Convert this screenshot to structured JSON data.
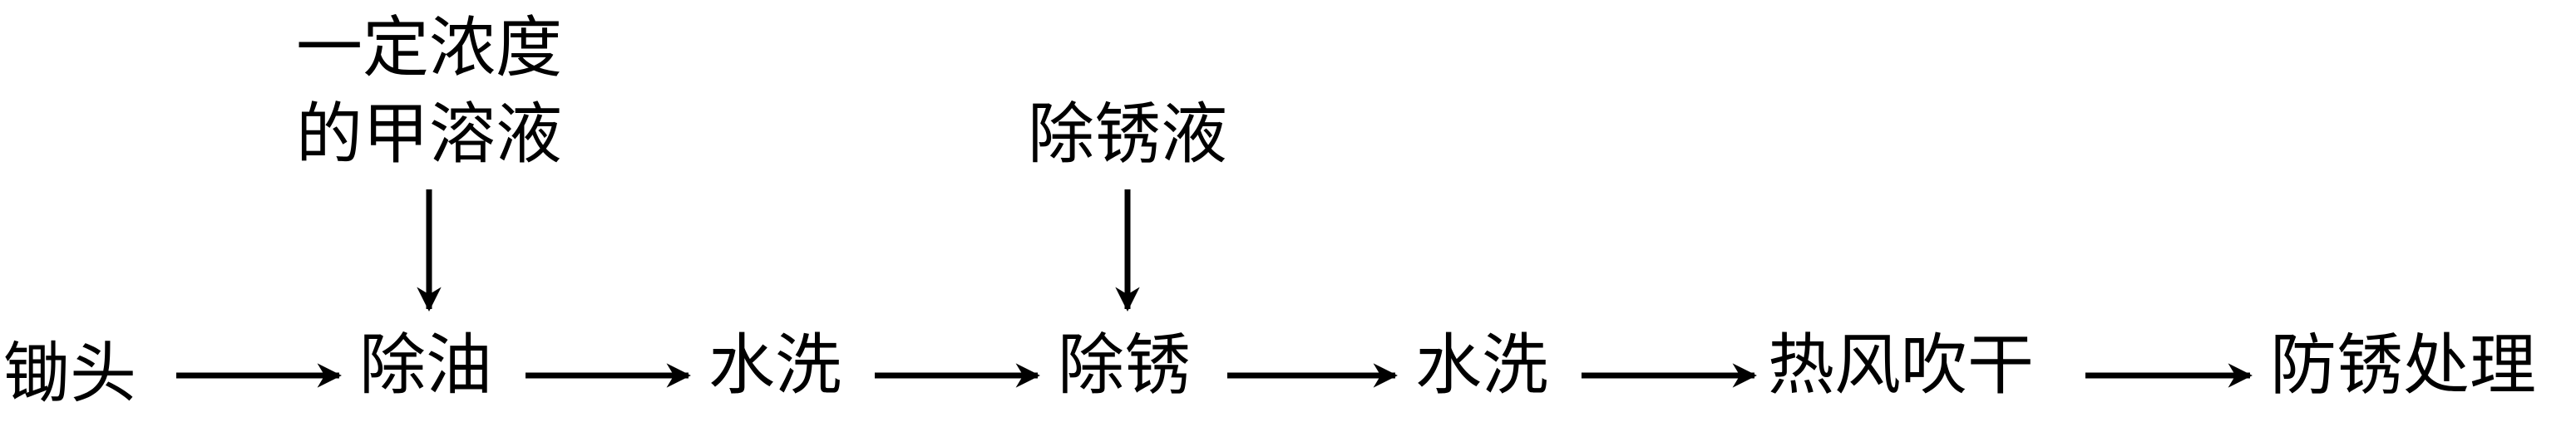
{
  "colors": {
    "ink": "#000000",
    "background": "#ffffff"
  },
  "steps": [
    {
      "id": "hoe-head",
      "label": "锄头"
    },
    {
      "id": "degrease",
      "label": "除油"
    },
    {
      "id": "wash-1",
      "label": "水洗"
    },
    {
      "id": "derust",
      "label": "除锈"
    },
    {
      "id": "wash-2",
      "label": "水洗"
    },
    {
      "id": "hot-air-dry",
      "label": "热风吹干"
    },
    {
      "id": "antirust",
      "label": "防锈处理"
    }
  ],
  "inputs": {
    "degrease_reagent": {
      "line1": "一定浓度",
      "line2": "的甲溶液"
    },
    "derust_reagent": {
      "label": "除锈液"
    }
  }
}
